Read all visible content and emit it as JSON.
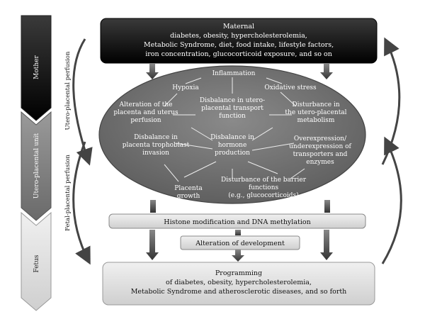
{
  "stages": {
    "mother": "Mother",
    "utero_placental_unit": "Utero-placental unit",
    "fetus": "Fetus"
  },
  "perfusion": {
    "utero": "Utero-placental perfusion",
    "fetal": "Fetal-placental perfusion"
  },
  "maternal": {
    "line1": "Maternal",
    "line2": "diabetes, obesity, hypercholesterolemia,",
    "line3": "Metabolic Syndrome, diet, food intake, lifestyle factors,",
    "line4": "iron concentration, glucocorticoid exposure, and so on"
  },
  "ellipse": {
    "inflammation": "Inflammation",
    "hypoxia": "Hypoxia",
    "oxidative": "Oxidative stress",
    "alteration": [
      "Alteration of the",
      "placenta and uterus",
      "perfusion"
    ],
    "transport": [
      "Disbalance in utero-",
      "placental transport",
      "function"
    ],
    "metabolism": [
      "Disturbance in",
      "the utero-placental",
      "metabolism"
    ],
    "trophoblast": [
      "Disbalance in",
      "placenta trophoblast",
      "invasion"
    ],
    "hormone": [
      "Disbalance in",
      "hormone",
      "production"
    ],
    "transporters": [
      "Overexpression/",
      "underexpression of",
      "transporters and",
      "enzymes"
    ],
    "growth": [
      "Placenta",
      "growth"
    ],
    "barrier": [
      "Disturbance of the barrier",
      "functions",
      "(e.g., glucocorticoids)"
    ]
  },
  "histone": "Histone modification and DNA methylation",
  "development": "Alteration of development",
  "programming": {
    "line1": "Programming",
    "line2": "of diabetes, obesity, hypercholesterolemia,",
    "line3": "Metabolic Syndrome and atherosclerotic diseases, and so forth"
  },
  "colors": {
    "black_box": "#000000",
    "ellipse": "#6e6e6e",
    "light_box": "#d9d9d9",
    "arrow_dark": "#555555"
  }
}
